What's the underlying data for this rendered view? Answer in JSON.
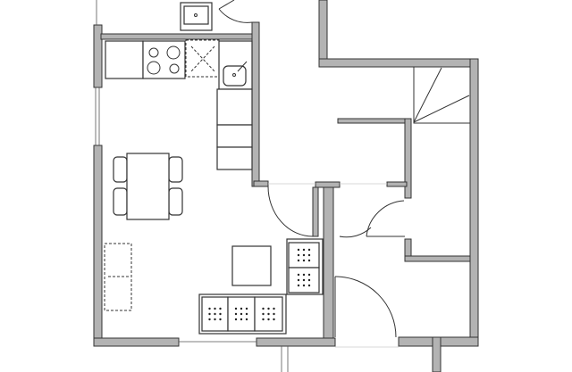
{
  "diagram": {
    "type": "floor-plan",
    "colors": {
      "wall": "#b3b3b3",
      "outline": "#333333",
      "background": "#ffffff"
    },
    "rooms": [
      "kitchen-dining",
      "living-area",
      "hallway",
      "stairwell"
    ]
  }
}
